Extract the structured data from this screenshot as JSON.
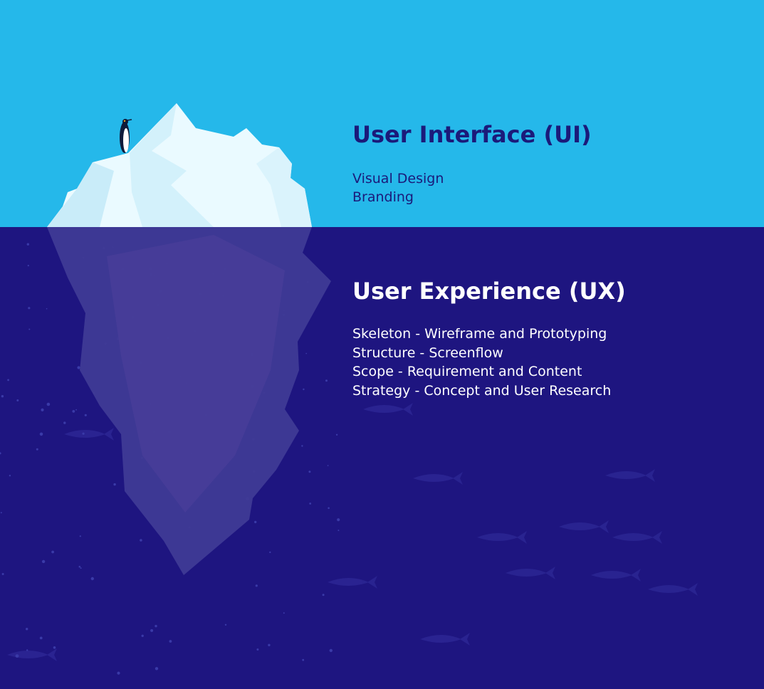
{
  "ui": {
    "title": "User Interface (UI)",
    "items": [
      "Visual Design",
      "Branding"
    ]
  },
  "ux": {
    "title": "User Experience (UX)",
    "items": [
      "Skeleton - Wireframe and Prototyping",
      "Structure - Screenflow",
      "Scope - Requirement and Content",
      "Strategy - Concept and User Research"
    ]
  },
  "colors": {
    "sky": "#25b8ea",
    "sea": "#1e1580",
    "ice": "#eafaff",
    "ice_under": "#3f3a95",
    "ui_text": "#1b1a7a",
    "ux_text": "#ffffff"
  }
}
